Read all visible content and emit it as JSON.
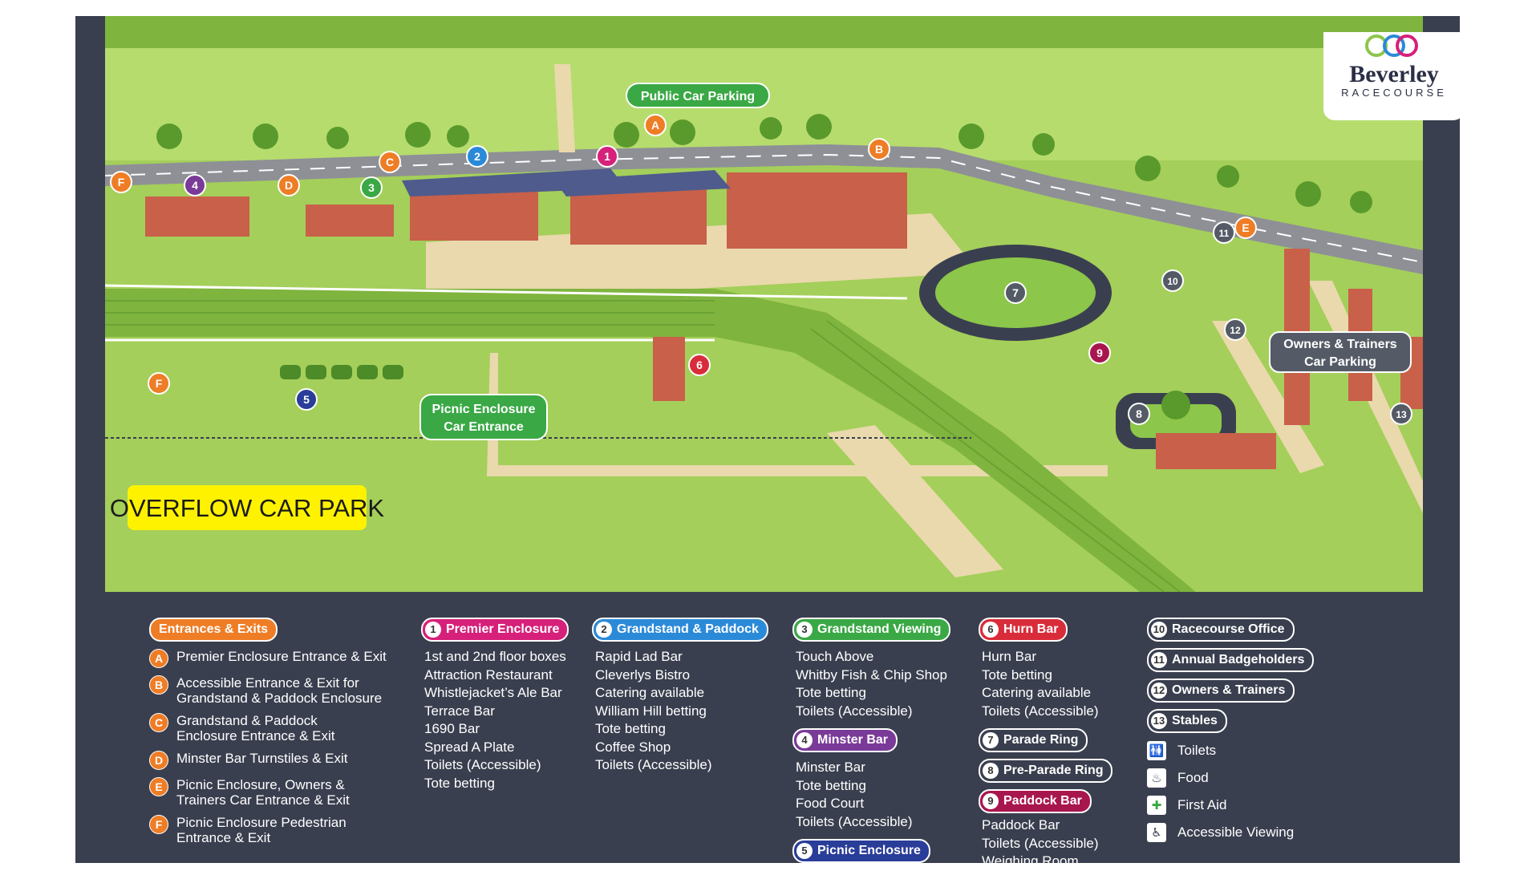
{
  "map": {
    "public_parking": "Public Car Parking",
    "picnic_entrance_1": "Picnic Enclosure",
    "picnic_entrance_2": "Car Entrance",
    "owners_parking_1": "Owners & Trainers",
    "owners_parking_2": "Car Parking",
    "overflow": "OVERFLOW CAR PARK",
    "markers": [
      {
        "t": "1",
        "c": "#d6207a"
      },
      {
        "t": "2",
        "c": "#2b8ad8"
      },
      {
        "t": "3",
        "c": "#3aa845"
      },
      {
        "t": "4",
        "c": "#7a3a98"
      },
      {
        "t": "5",
        "c": "#2a3d99"
      },
      {
        "t": "6",
        "c": "#d92c3a"
      },
      {
        "t": "7",
        "c": "#555b66"
      },
      {
        "t": "8",
        "c": "#555b66"
      },
      {
        "t": "9",
        "c": "#a8164e"
      },
      {
        "t": "10",
        "c": "#555b66"
      },
      {
        "t": "11",
        "c": "#555b66"
      },
      {
        "t": "12",
        "c": "#555b66"
      },
      {
        "t": "13",
        "c": "#555b66"
      },
      {
        "t": "A",
        "c": "#ee7d26"
      },
      {
        "t": "B",
        "c": "#ee7d26"
      },
      {
        "t": "C",
        "c": "#ee7d26"
      },
      {
        "t": "D",
        "c": "#ee7d26"
      },
      {
        "t": "E",
        "c": "#ee7d26"
      },
      {
        "t": "F",
        "c": "#ee7d26"
      },
      {
        "t": "F",
        "c": "#ee7d26"
      }
    ]
  },
  "logo": {
    "name": "Beverley",
    "sub": "RACECOURSE"
  },
  "colors": {
    "entrances": "#ee7d26",
    "premier": "#d6207a",
    "grandstand": "#2b8ad8",
    "viewing": "#3aa845",
    "minster": "#7a3a98",
    "picnic": "#2a3d99",
    "hurn": "#d92c3a",
    "paddock": "#a8164e",
    "frame": "#3a3f4f",
    "grass": "#a4cf5a"
  },
  "legend": {
    "entrances": {
      "title": "Entrances & Exits",
      "items": [
        {
          "badge": "A",
          "line1": "Premier Enclosure Entrance & Exit",
          "line2": ""
        },
        {
          "badge": "B",
          "line1": "Accessible Entrance & Exit for",
          "line2": "Grandstand & Paddock Enclosure"
        },
        {
          "badge": "C",
          "line1": "Grandstand & Paddock",
          "line2": "Enclosure Entrance & Exit"
        },
        {
          "badge": "D",
          "line1": "Minster Bar Turnstiles & Exit",
          "line2": ""
        },
        {
          "badge": "E",
          "line1": "Picnic Enclosure, Owners &",
          "line2": "Trainers Car Entrance & Exit"
        },
        {
          "badge": "F",
          "line1": "Picnic Enclosure Pedestrian",
          "line2": "Entrance & Exit"
        }
      ]
    },
    "premier": {
      "num": "1",
      "title": "Premier Enclosure",
      "items": [
        "1st and 2nd floor boxes",
        "Attraction Restaurant",
        "Whistlejacket’s Ale Bar",
        "Terrace Bar",
        "1690 Bar",
        "Spread A Plate",
        "Toilets (Accessible)",
        "Tote betting"
      ]
    },
    "grandstand": {
      "num": "2",
      "title": "Grandstand & Paddock",
      "items": [
        "Rapid Lad Bar",
        "Cleverlys Bistro",
        "Catering available",
        "William Hill betting",
        "Tote betting",
        "Coffee Shop",
        "Toilets (Accessible)"
      ]
    },
    "viewing": {
      "num": "3",
      "title": "Grandstand Viewing",
      "items": [
        "Touch Above",
        "Whitby Fish & Chip Shop",
        "Tote betting",
        "Toilets (Accessible)"
      ]
    },
    "minster": {
      "num": "4",
      "title": "Minster Bar",
      "items": [
        "Minster Bar",
        "Tote betting",
        "Food Court",
        "Toilets (Accessible)"
      ]
    },
    "picnic": {
      "num": "5",
      "title": "Picnic Enclosure"
    },
    "hurn": {
      "num": "6",
      "title": "Hurn Bar",
      "items": [
        "Hurn Bar",
        "Tote betting",
        "Catering available",
        "Toilets (Accessible)"
      ]
    },
    "parade": {
      "num": "7",
      "title": "Parade Ring"
    },
    "preparade": {
      "num": "8",
      "title": "Pre-Parade Ring"
    },
    "paddock": {
      "num": "9",
      "title": "Paddock Bar",
      "items": [
        "Paddock Bar",
        "Toilets (Accessible)",
        "Weighing Room"
      ]
    },
    "office": {
      "num": "10",
      "title": "Racecourse Office"
    },
    "annual": {
      "num": "11",
      "title": "Annual Badgeholders"
    },
    "owners": {
      "num": "12",
      "title": "Owners & Trainers"
    },
    "stables": {
      "num": "13",
      "title": "Stables"
    },
    "icons": [
      {
        "icon": "toilets-icon",
        "label": "Toilets"
      },
      {
        "icon": "food-icon",
        "label": "Food"
      },
      {
        "icon": "first-aid-icon",
        "label": "First Aid"
      },
      {
        "icon": "accessible-icon",
        "label": "Accessible Viewing"
      }
    ]
  }
}
